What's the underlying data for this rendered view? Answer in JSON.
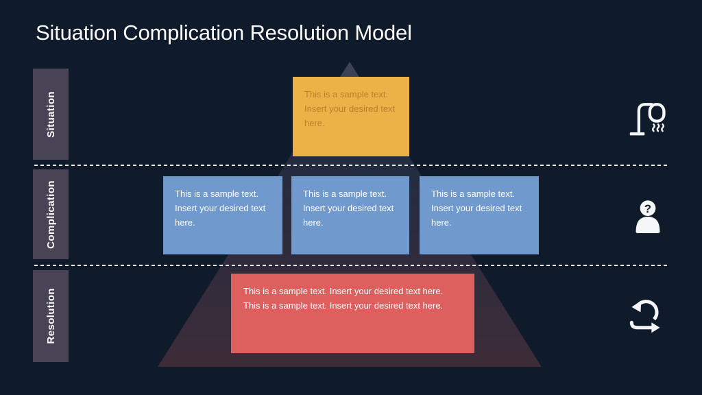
{
  "slide": {
    "title": "Situation Complication Resolution Model"
  },
  "colors": {
    "background": "#0f1a2b",
    "label_background": "#494455",
    "situation_accent": "#ecb147",
    "situation_text": "#b9822a",
    "complication_accent": "#7099cd",
    "resolution_accent": "#dd5f5e",
    "divider": "#ffffff",
    "icon": "#f4f6f8",
    "pyramid_top": "#3e4556",
    "pyramid_bottom": "#3d2c38"
  },
  "rows": [
    {
      "label": "Situation",
      "icon": "shower-head-icon",
      "boxes": [
        {
          "text": "This is a sample text. Insert your desired text here."
        }
      ]
    },
    {
      "label": "Complication",
      "icon": "person-question-icon",
      "boxes": [
        {
          "text": "This is a sample text. Insert your desired text here."
        },
        {
          "text": "This is a sample text. Insert your desired text here."
        },
        {
          "text": "This is a sample text. Insert your desired text here."
        }
      ]
    },
    {
      "label": "Resolution",
      "icon": "agile-iteration-icon",
      "boxes": [
        {
          "text": "This is a sample text. Insert your desired text here. This is a sample text. Insert your desired text here."
        }
      ]
    }
  ]
}
